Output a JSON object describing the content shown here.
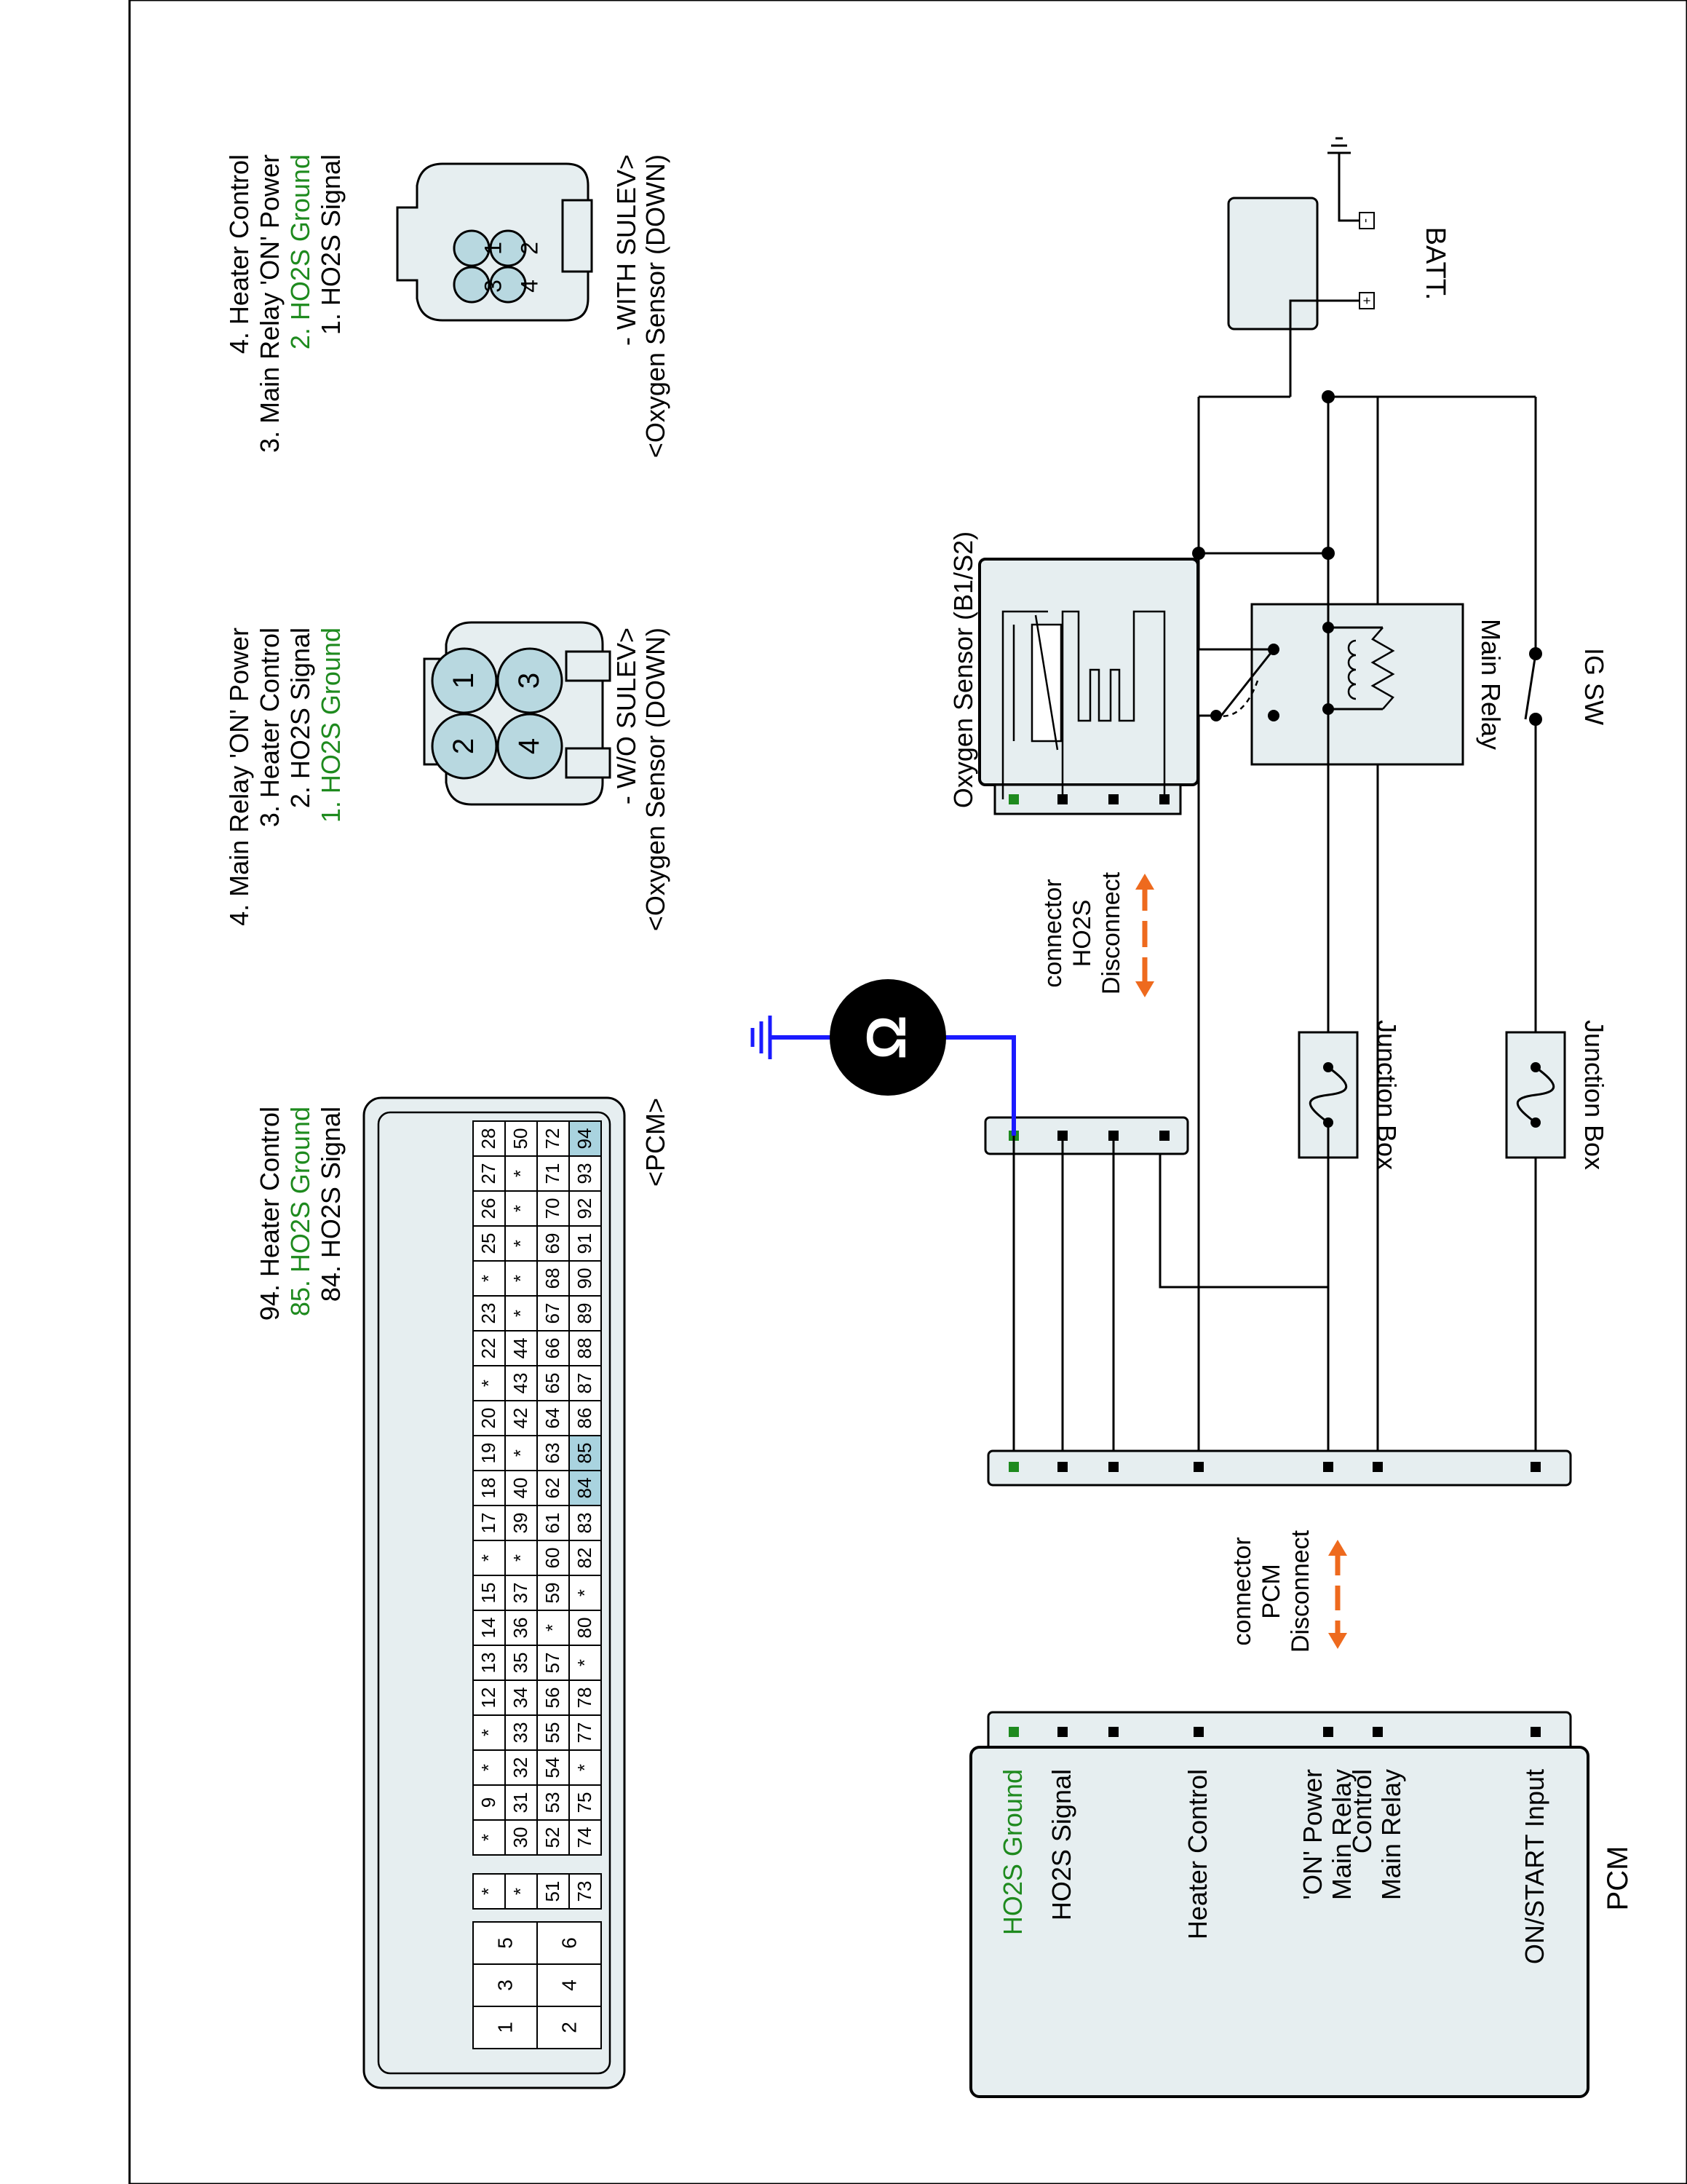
{
  "batt": {
    "label": "BATT.",
    "minus": "-",
    "plus": "+"
  },
  "ig_sw": {
    "label": "IG SW"
  },
  "main_relay": {
    "label": "Main Relay"
  },
  "jb1": {
    "label": "Junction Box"
  },
  "jb2": {
    "label": "Junction Box"
  },
  "oxy_sensor": {
    "label": "Oxygen Sensor (B1/S2)"
  },
  "disc_ho2s": {
    "lines": [
      "Disconnect",
      "HO2S",
      "connector"
    ]
  },
  "disc_pcm": {
    "lines": [
      "Disconnect",
      "PCM",
      "connector"
    ]
  },
  "pcm_box": {
    "title": "PCM",
    "pins": [
      {
        "lines": [
          "ON/START Input"
        ],
        "color": "#000000"
      },
      {
        "lines": [
          "Main Relay",
          "Control"
        ],
        "color": "#000000"
      },
      {
        "lines": [
          "Main Relay",
          "'ON' Power"
        ],
        "color": "#000000"
      },
      {
        "lines": [
          "Heater Control"
        ],
        "color": "#000000"
      },
      {
        "lines": [
          "HO2S  Signal"
        ],
        "color": "#000000"
      },
      {
        "lines": [
          "HO2S  Ground"
        ],
        "color": "#1e8a1e"
      }
    ]
  },
  "ohm_meter": {
    "symbol": "Ω"
  },
  "conn_with_sulev": {
    "title": [
      "<Oxygen Sensor (DOWN)",
      " - WITH SULEV>"
    ],
    "pins": [
      "2",
      "1",
      "4",
      "3"
    ],
    "legend": [
      {
        "text": "1. HO2S  Signal",
        "color": "#000000"
      },
      {
        "text": "2. HO2S  Ground",
        "color": "#1e8a1e"
      },
      {
        "text": "3. Main Relay  'ON' Power",
        "color": "#000000"
      },
      {
        "text": "4. Heater Control",
        "color": "#000000"
      }
    ]
  },
  "conn_wo_sulev": {
    "title": [
      "<Oxygen Sensor (DOWN)",
      " - W/O SULEV>"
    ],
    "pins": [
      "1",
      "2",
      "3",
      "4"
    ],
    "legend": [
      {
        "text": "1. HO2S  Ground",
        "color": "#1e8a1e"
      },
      {
        "text": "2. HO2S  Signal",
        "color": "#000000"
      },
      {
        "text": "3. Heater Control",
        "color": "#000000"
      },
      {
        "text": "4. Main Relay  'ON' Power",
        "color": "#000000"
      }
    ]
  },
  "pcm_conn": {
    "title": "<PCM>",
    "rows": [
      [
        "94",
        "93",
        "92",
        "91",
        "90",
        "89",
        "88",
        "87",
        "86",
        "85",
        "84",
        "83",
        "82",
        "*",
        "80",
        "*",
        "78",
        "77",
        "*",
        "75",
        "74",
        "73"
      ],
      [
        "72",
        "71",
        "70",
        "69",
        "68",
        "67",
        "66",
        "65",
        "64",
        "63",
        "62",
        "61",
        "60",
        "59",
        "*",
        "57",
        "56",
        "55",
        "54",
        "53",
        "52",
        "51"
      ],
      [
        "50",
        "*",
        "*",
        "*",
        "*",
        "*",
        "44",
        "43",
        "42",
        "*",
        "40",
        "39",
        "*",
        "37",
        "36",
        "35",
        "34",
        "33",
        "32",
        "31",
        "30",
        "*"
      ],
      [
        "28",
        "27",
        "26",
        "25",
        "*",
        "23",
        "22",
        "*",
        "20",
        "19",
        "18",
        "17",
        "*",
        "15",
        "14",
        "13",
        "12",
        "*",
        "*",
        "9",
        "*",
        "*"
      ]
    ],
    "highlight": [
      "94",
      "85",
      "84"
    ],
    "small_pins": [
      [
        "6",
        "5"
      ],
      [
        "4",
        "3"
      ],
      [
        "2",
        "1"
      ]
    ],
    "legend": [
      {
        "text": "84. HO2S  Signal",
        "color": "#000000"
      },
      {
        "text": "85. HO2S  Ground",
        "color": "#1e8a1e"
      },
      {
        "text": "94. Heater Control",
        "color": "#000000"
      }
    ]
  },
  "colors": {
    "ground_pin": "#1e8a1e",
    "probe_wire": "#1a1aff",
    "arrow": "#ee6a1e",
    "box_fill": "#e6eef0",
    "pin_fill": "#b8d8e0",
    "highlight_cell": "#a9d3df"
  }
}
